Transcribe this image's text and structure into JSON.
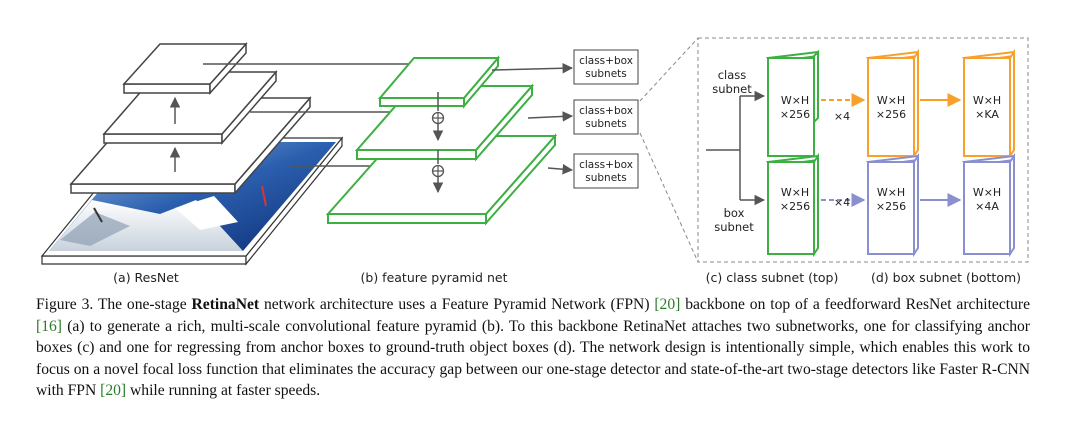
{
  "resnet": {
    "label": "(a) ResNet"
  },
  "fpn": {
    "label": "(b) feature pyramid net"
  },
  "subnet_boxes": [
    {
      "line1": "class+box",
      "line2": "subnets"
    },
    {
      "line1": "class+box",
      "line2": "subnets"
    },
    {
      "line1": "class+box",
      "line2": "subnets"
    }
  ],
  "class_subnet": {
    "tag_line1": "class",
    "tag_line2": "subnet",
    "blocks": [
      {
        "line1": "W×H",
        "line2": "×256"
      },
      {
        "line1": "W×H",
        "line2": "×256"
      },
      {
        "line1": "W×H",
        "line2": "×KA"
      }
    ],
    "repeat": "×4",
    "label": "(c) class subnet (top)"
  },
  "box_subnet": {
    "tag_line1": "box",
    "tag_line2": "subnet",
    "blocks": [
      {
        "line1": "W×H",
        "line2": "×256"
      },
      {
        "line1": "W×H",
        "line2": "×256"
      },
      {
        "line1": "W×H",
        "line2": "×4A"
      }
    ],
    "repeat": "×4",
    "label": "(d) box subnet (bottom)"
  },
  "colors": {
    "green": "#3cb043",
    "orange": "#f7a12c",
    "purple": "#8a8fd0",
    "gray": "#555555"
  },
  "caption": {
    "prefix": "Figure 3. The one-stage ",
    "bold": "RetinaNet",
    "part1": " network architecture uses a Feature Pyramid Network (FPN) ",
    "ref1": "[20]",
    "part2": " backbone on top of a feedforward ResNet architecture ",
    "ref2": "[16]",
    "part3": " (a) to generate a rich, multi-scale convolutional feature pyramid (b). To this backbone RetinaNet attaches two subnetworks, one for classifying anchor boxes (c) and one for regressing from anchor boxes to ground-truth object boxes (d). The network design is intentionally simple, which enables this work to focus on a novel focal loss function that eliminates the accuracy gap between our one-stage detector and state-of-the-art two-stage detectors like Faster R-CNN with FPN ",
    "ref3": "[20]",
    "part4": " while running at faster speeds."
  }
}
